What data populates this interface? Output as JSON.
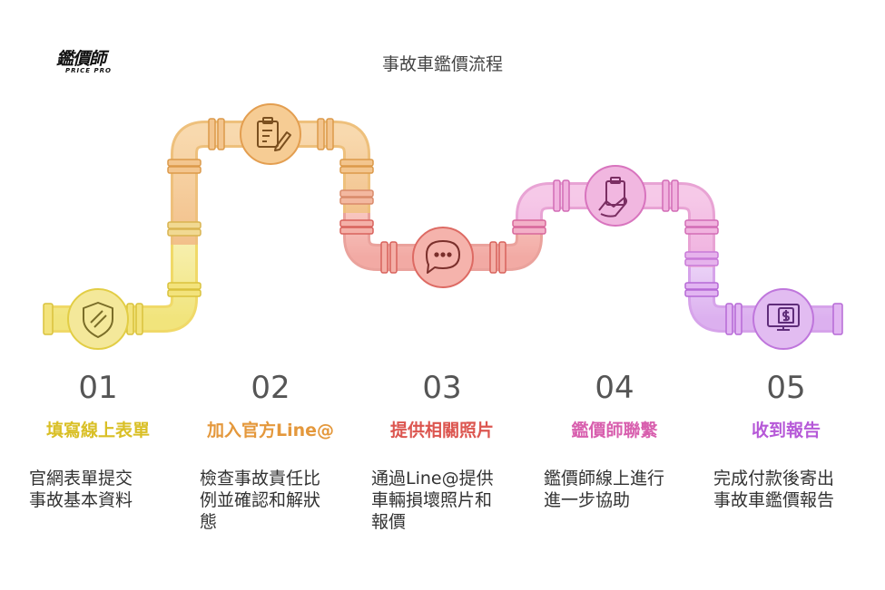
{
  "logo": {
    "main": "鑑價師",
    "sub": "PRICE PRO"
  },
  "title": "事故車鑑價流程",
  "icons": [
    "shield-icon",
    "clipboard-edit-icon",
    "chat-bubble-icon",
    "hand-clipboard-icon",
    "invoice-screen-icon"
  ],
  "colors": {
    "step1": "#e8d24a",
    "step2": "#e9a24d",
    "step3": "#e06060",
    "step4": "#dd6fb7",
    "step5": "#bb68dd"
  },
  "steps": [
    {
      "number": "01",
      "heading": "填寫線上表單",
      "desc": [
        "官網表單提交",
        "事故基本資料"
      ]
    },
    {
      "number": "02",
      "heading": "加入官方Line@",
      "desc": [
        "檢查事故責任比",
        "例並確認和解狀",
        "態"
      ]
    },
    {
      "number": "03",
      "heading": "提供相關照片",
      "desc": [
        "通過Line@提供",
        "車輛損壞照片和",
        "報價"
      ]
    },
    {
      "number": "04",
      "heading": "鑑價師聯繫",
      "desc": [
        "鑑價師線上進行",
        "進一步協助"
      ]
    },
    {
      "number": "05",
      "heading": "收到報告",
      "desc": [
        "完成付款後寄出",
        "事故車鑑價報告"
      ]
    }
  ]
}
